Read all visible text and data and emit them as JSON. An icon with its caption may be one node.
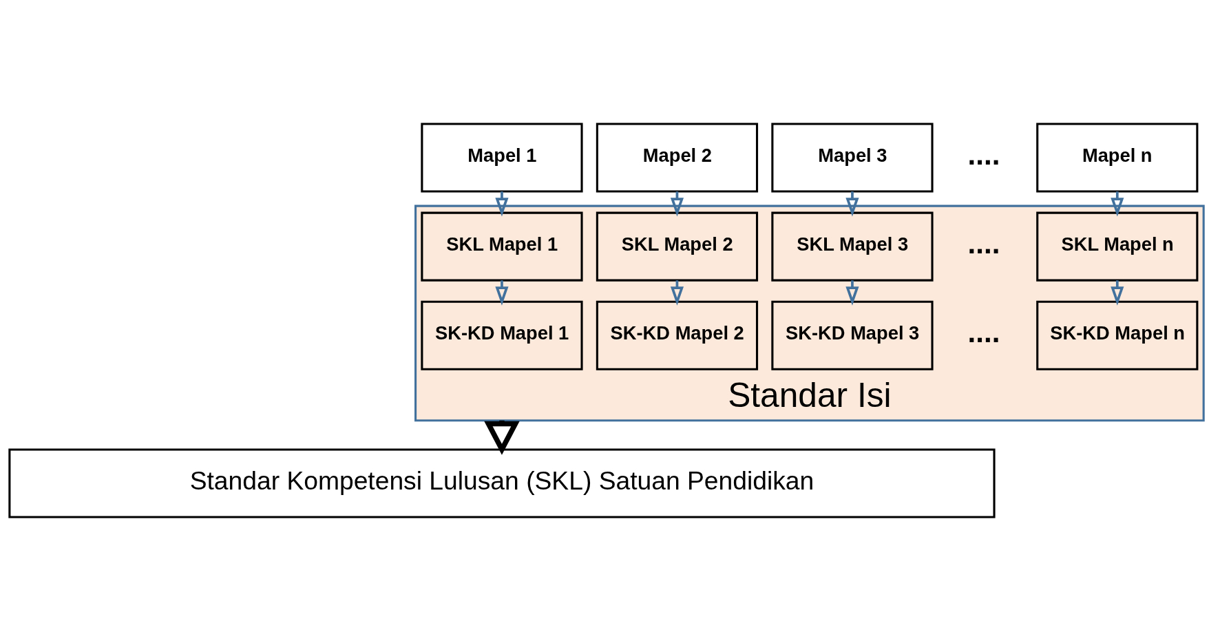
{
  "diagram": {
    "nodes": [
      {
        "text": [
          "Mapel 1"
        ]
      },
      {
        "text": [
          "Mapel 2"
        ]
      },
      {
        "text": [
          "Mapel 3"
        ]
      },
      {
        "text": [
          "Mapel n"
        ]
      },
      {
        "text": [
          "Standar Isi"
        ]
      },
      {
        "text": [
          "SKL Mapel 1"
        ],
        "in": 4
      },
      {
        "text": [
          "SKL Mapel 2"
        ],
        "in": 4
      },
      {
        "text": [
          "SKL Mapel 3"
        ],
        "in": 4
      },
      {
        "text": [
          "SKL Mapel n"
        ],
        "in": 4
      },
      {
        "text": [
          "SK-KD Mapel 1"
        ],
        "in": 4
      },
      {
        "text": [
          "SK-KD Mapel 2"
        ],
        "in": 4
      },
      {
        "text": [
          "SK-KD Mapel 3"
        ],
        "in": 4
      },
      {
        "text": [
          "SK-KD Mapel n"
        ],
        "in": 4
      },
      {
        "text": [
          "Standar Kompetensi Lulusan (SKL) Satuan Pendidikan"
        ]
      }
    ],
    "edges": [
      {
        "from": 0,
        "to": 5,
        "arrow": "to"
      },
      {
        "from": 1,
        "to": 6,
        "arrow": "to"
      },
      {
        "from": 2,
        "to": 7,
        "arrow": "to"
      },
      {
        "from": 3,
        "to": 8,
        "arrow": "to"
      },
      {
        "from": 5,
        "to": 9,
        "arrow": "to"
      },
      {
        "from": 6,
        "to": 10,
        "arrow": "to"
      },
      {
        "from": 7,
        "to": 11,
        "arrow": "to"
      },
      {
        "from": 8,
        "to": 12,
        "arrow": "to"
      },
      {
        "from": 4,
        "to": 13,
        "arrow": "to",
        "style": "thick",
        "color": "#000000"
      }
    ],
    "labels": [
      "....",
      "....",
      "...."
    ]
  }
}
